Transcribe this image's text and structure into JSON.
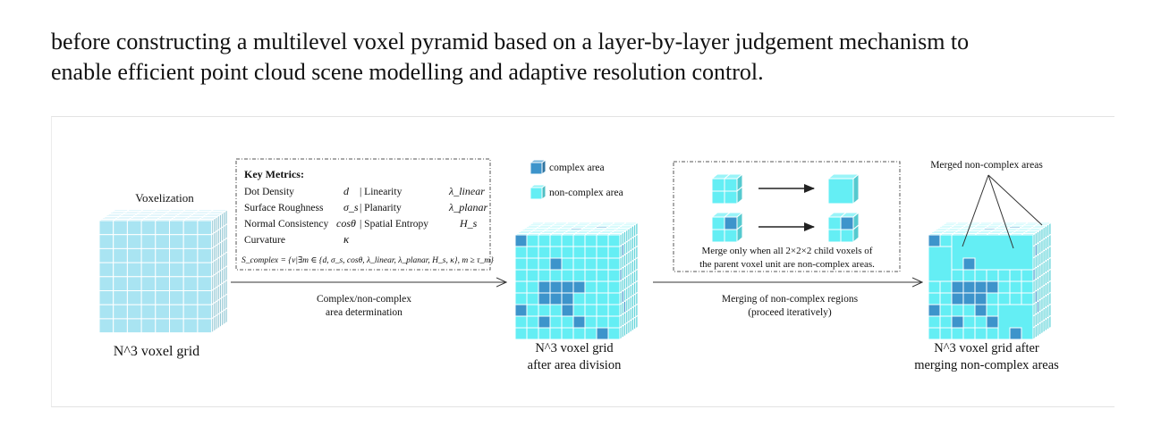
{
  "intro": {
    "line1": "before constructing a multilevel voxel pyramid based on a layer-by-layer judgement mechanism to",
    "line2": "enable efficient point cloud scene modelling and adaptive resolution control."
  },
  "diagram": {
    "voxelization_label": "Voxelization",
    "grid1_caption": "N^3 voxel grid",
    "metrics": {
      "title": "Key Metrics:",
      "rows": [
        {
          "name": "Dot Density",
          "symbol": "d",
          "name2": "| Linearity",
          "symbol2": "λ_linear"
        },
        {
          "name": "Surface Roughness",
          "symbol": "σ_s",
          "name2": "| Planarity",
          "symbol2": "λ_planar"
        },
        {
          "name": "Normal Consistency",
          "symbol": "cosθ",
          "name2": "| Spatial Entropy",
          "symbol2": "H_s"
        },
        {
          "name": "Curvature",
          "symbol": "κ",
          "name2": "",
          "symbol2": ""
        }
      ],
      "formula": "S_complex = {v|∃m ∈ {d, σ_s, cosθ, λ_linear, λ_planar, H_s, κ}, m ≥ τ_m}"
    },
    "arrow1_line1": "Complex/non-complex",
    "arrow1_line2": "area determination",
    "legend": {
      "complex": "complex area",
      "noncomplex": "non-complex area"
    },
    "grid2_line1": "N^3 voxel grid",
    "grid2_line2": "after area division",
    "merge_box": {
      "line1": "Merge only when all 2×2×2 child voxels of",
      "line2": "the parent voxel unit are non-complex areas."
    },
    "arrow2_line1": "Merging of non-complex regions",
    "arrow2_line2": "(proceed iteratively)",
    "merged_label": "Merged non-complex areas",
    "grid3_line1": "N^3 voxel grid after",
    "grid3_line2": "merging non-complex areas",
    "colors": {
      "light_cyan": "#a9e4f2",
      "bright_cyan": "#64eef4",
      "complex_blue": "#3d94cb",
      "line": "#333333"
    }
  }
}
